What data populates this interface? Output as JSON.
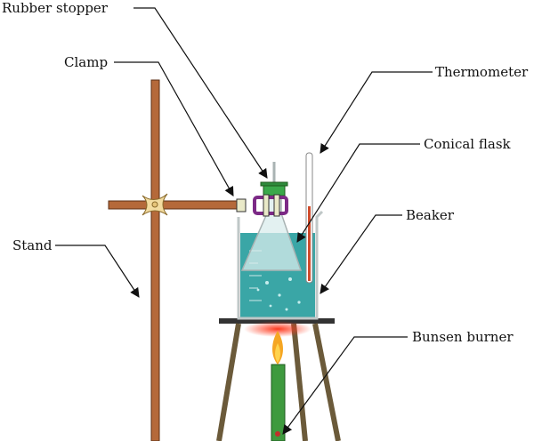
{
  "labels": {
    "rubber_stopper": "Rubber stopper",
    "clamp": "Clamp",
    "thermometer": "Thermometer",
    "conical_flask": "Conical flask",
    "beaker": "Beaker",
    "stand": "Stand",
    "bunsen_burner": "Bunsen burner"
  },
  "colors": {
    "stand_wood": "#b5693a",
    "stand_outline": "#5c2f14",
    "clamp_knot": "#f3dca0",
    "water": "#3aa6a6",
    "flask_glass": "#d9ecec",
    "stopper": "#3aa84a",
    "clamp_purple": "#7c2a86",
    "tripod": "#6b5a3a",
    "burner": "#3e9a3e",
    "flame_outer": "#f5a623",
    "flame_inner": "#ffd34d",
    "heat_glow": "#e0422a",
    "arrow": "#111111"
  }
}
